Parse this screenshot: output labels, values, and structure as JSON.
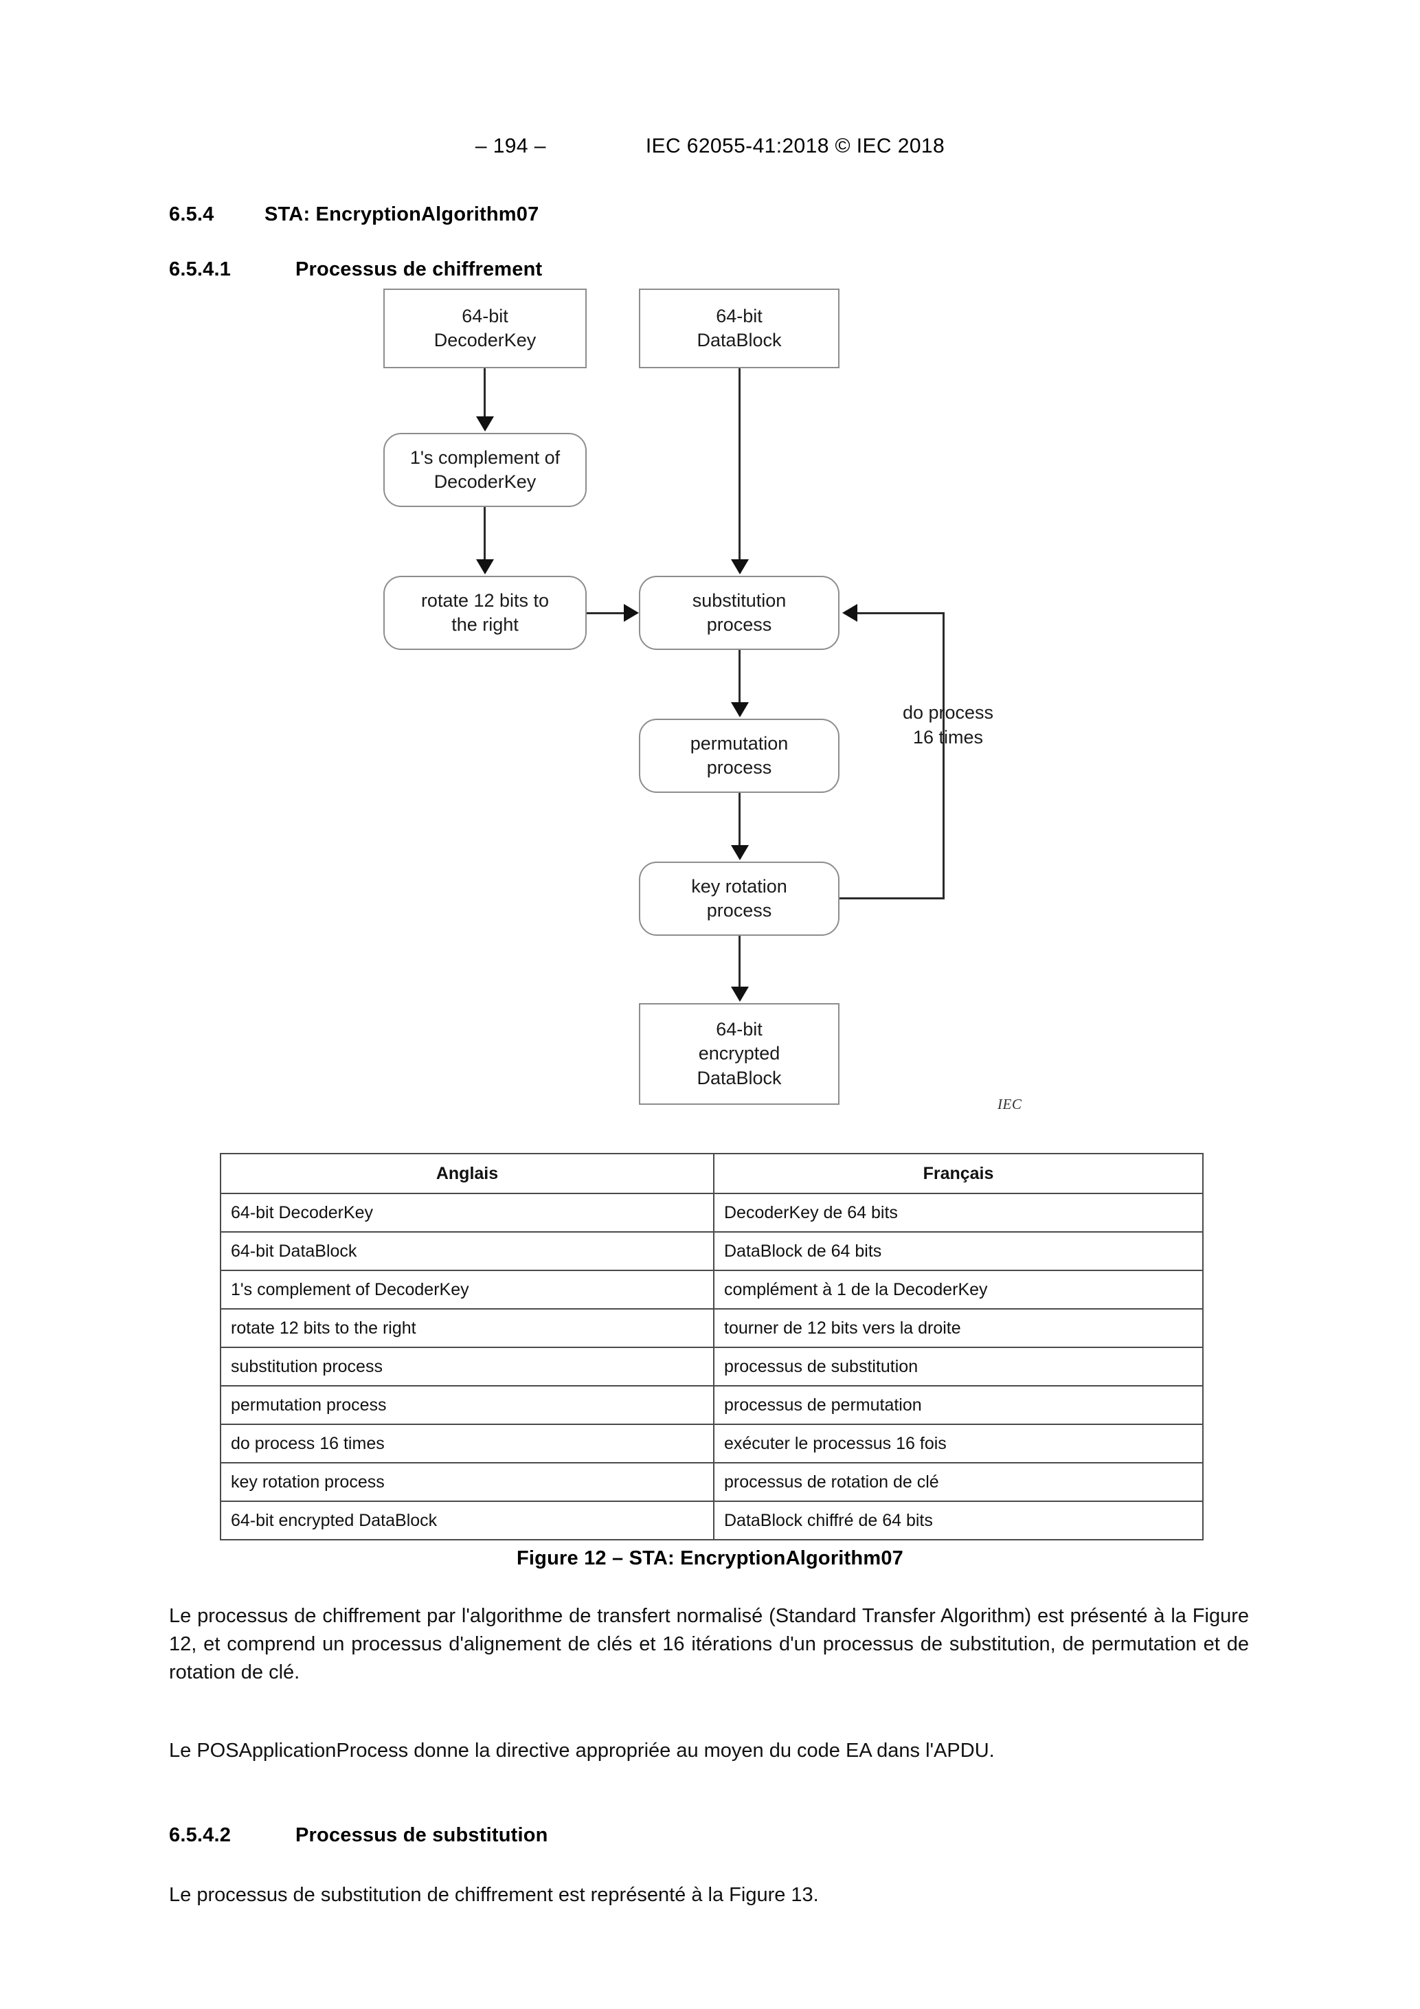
{
  "header": {
    "page_number": "– 194 –",
    "standard_ref": "IEC 62055-41:2018 © IEC 2018"
  },
  "clauses": [
    {
      "number": "6.5.4",
      "title": "STA: EncryptionAlgorithm07"
    },
    {
      "number": "6.5.4.1",
      "title": "Processus de chiffrement"
    },
    {
      "number": "6.5.4.2",
      "title": "Processus de substitution"
    }
  ],
  "figure": {
    "caption": "Figure 12 – STA: EncryptionAlgorithm07",
    "source_mark": "IEC",
    "loop_label_line1": "do process",
    "loop_label_line2": "16 times",
    "nodes": {
      "decoderkey": {
        "line1": "64-bit",
        "line2": "DecoderKey"
      },
      "datablock": {
        "line1": "64-bit",
        "line2": "DataBlock"
      },
      "complement": {
        "line1": "1's complement of",
        "line2": "DecoderKey"
      },
      "rotate": {
        "line1": "rotate 12 bits to",
        "line2": "the right"
      },
      "substitution": {
        "line1": "substitution",
        "line2": "process"
      },
      "permutation": {
        "line1": "permutation",
        "line2": "process"
      },
      "keyrotation": {
        "line1": "key rotation",
        "line2": "process"
      },
      "encrypted": {
        "line1": "64-bit",
        "line2": "encrypted",
        "line3": "DataBlock"
      }
    }
  },
  "table": {
    "headers": [
      "Anglais",
      "Français"
    ],
    "rows": [
      [
        "64-bit DecoderKey",
        "DecoderKey de 64 bits"
      ],
      [
        "64-bit DataBlock",
        "DataBlock de 64 bits"
      ],
      [
        "1's complement of DecoderKey",
        "complément à 1 de la DecoderKey"
      ],
      [
        "rotate 12 bits to the right",
        "tourner de 12 bits vers la droite"
      ],
      [
        "substitution process",
        "processus de substitution"
      ],
      [
        "permutation process",
        "processus de permutation"
      ],
      [
        "do process 16 times",
        "exécuter le processus 16 fois"
      ],
      [
        "key rotation process",
        "processus de rotation de clé"
      ],
      [
        "64-bit encrypted DataBlock",
        "DataBlock chiffré de 64 bits"
      ]
    ]
  },
  "paragraphs": {
    "p1": "Le processus de chiffrement par l'algorithme de transfert normalisé (Standard Transfer Algorithm) est présenté à la Figure 12, et comprend un processus d'alignement de clés et 16 itérations d'un processus de substitution, de permutation et de rotation de clé.",
    "p2": "Le POSApplicationProcess donne la directive appropriée au moyen du code EA dans l'APDU.",
    "p3": "Le processus de substitution de chiffrement est représenté à la Figure 13."
  }
}
